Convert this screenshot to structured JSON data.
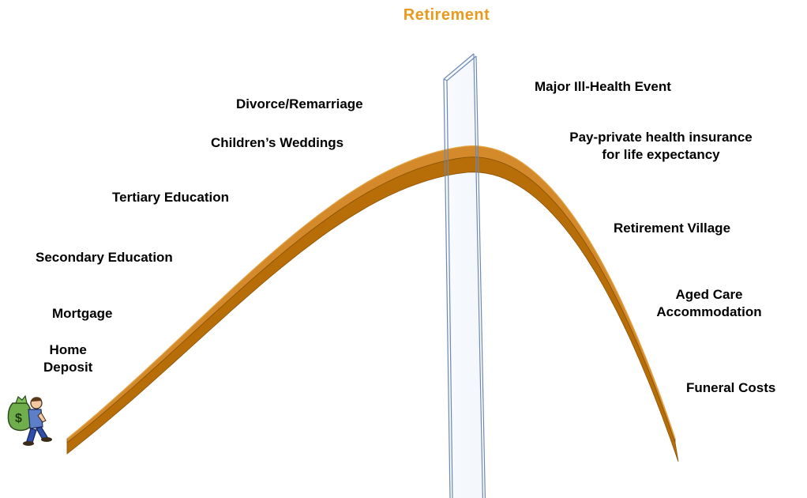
{
  "title": "Retirement",
  "colors": {
    "title": "#e89a1e",
    "arc_top": "#d48a2a",
    "arc_side": "#b86e08",
    "arc_edge": "#8a5206",
    "panel_stroke": "#6c88b4"
  },
  "left_events": [
    "Home Deposit",
    "Mortgage",
    "Secondary Education",
    "Tertiary Education",
    "Children’s Weddings",
    "Divorce/Remarriage"
  ],
  "right_events": [
    "Major Ill-Health Event",
    "Pay-private health insurance for life expectancy",
    "Retirement Village",
    "Aged Care Accommodation",
    "Funeral Costs"
  ],
  "label_lines": {
    "home_deposit": [
      "Home",
      "Deposit"
    ],
    "health_insurance": [
      "Pay-private health insurance",
      "for life expectancy"
    ],
    "aged_care": [
      "Aged Care",
      "Accommodation"
    ]
  },
  "figure_icon": "person-carrying-money-bag-icon"
}
